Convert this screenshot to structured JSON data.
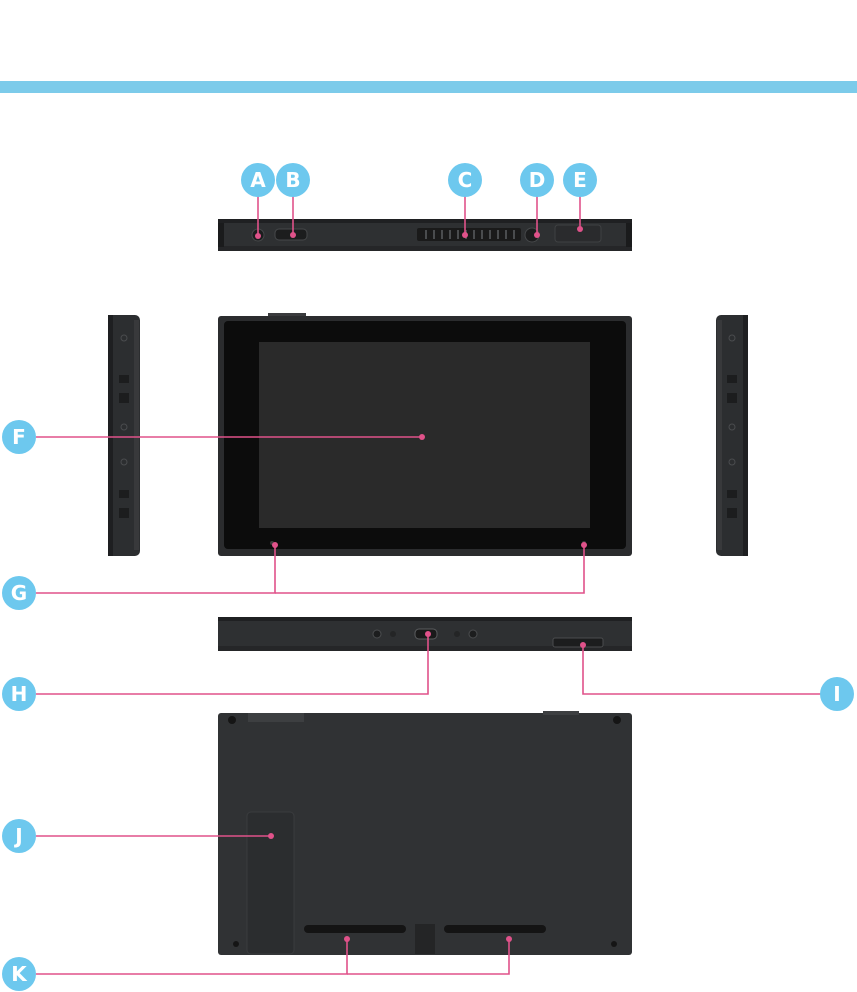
{
  "colors": {
    "accent_bar": "#7ccbea",
    "badge": "#6dc8ee",
    "callout_line": "#e0528a",
    "device_body": "#303234",
    "device_edge": "#1f2022",
    "screen": "#2a2a2a"
  },
  "views": [
    "top-edge-view",
    "left-side-view",
    "front-view",
    "right-side-view",
    "bottom-edge-view",
    "back-view"
  ],
  "labels": {
    "a": "A",
    "b": "B",
    "c": "C",
    "d": "D",
    "e": "E",
    "f": "F",
    "g": "G",
    "h": "H",
    "i": "I",
    "j": "J",
    "k": "K"
  }
}
